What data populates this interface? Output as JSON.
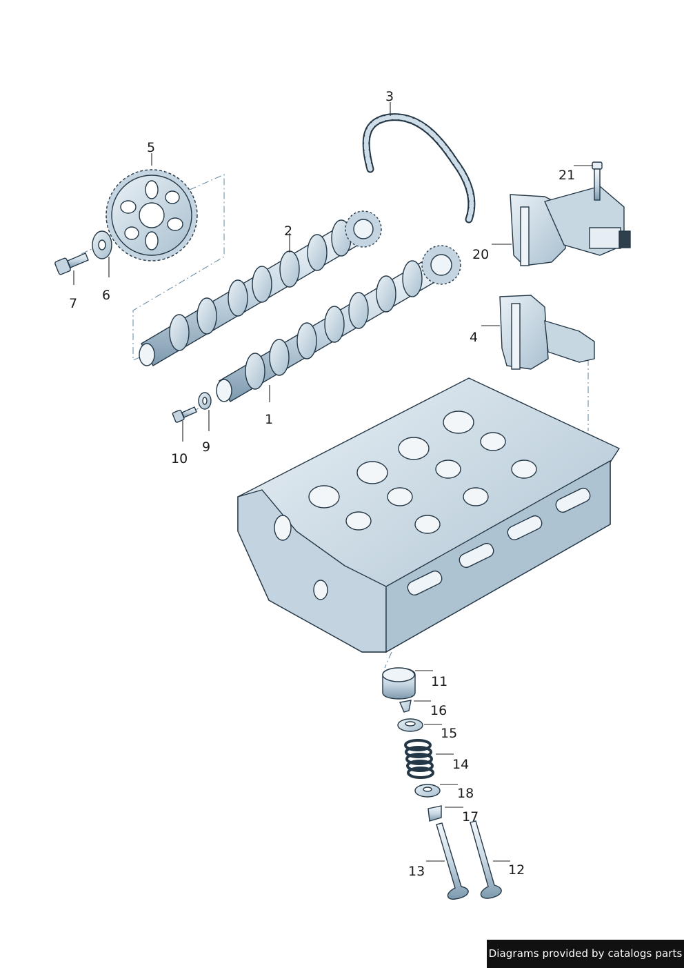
{
  "callouts": [
    {
      "id": "1",
      "label": "1"
    },
    {
      "id": "2",
      "label": "2"
    },
    {
      "id": "3",
      "label": "3"
    },
    {
      "id": "4",
      "label": "4"
    },
    {
      "id": "5",
      "label": "5"
    },
    {
      "id": "6",
      "label": "6"
    },
    {
      "id": "7",
      "label": "7"
    },
    {
      "id": "9",
      "label": "9"
    },
    {
      "id": "10",
      "label": "10"
    },
    {
      "id": "11",
      "label": "11"
    },
    {
      "id": "12",
      "label": "12"
    },
    {
      "id": "13",
      "label": "13"
    },
    {
      "id": "14",
      "label": "14"
    },
    {
      "id": "15",
      "label": "15"
    },
    {
      "id": "16",
      "label": "16"
    },
    {
      "id": "17",
      "label": "17"
    },
    {
      "id": "18",
      "label": "18"
    },
    {
      "id": "20",
      "label": "20"
    },
    {
      "id": "21",
      "label": "21"
    }
  ],
  "credit": "Diagrams provided by catalogs parts",
  "colors": {
    "part_fill": "#dfe9f0",
    "part_shade": "#9fb8c9",
    "outline": "#243746",
    "leader": "#1e1e1e",
    "credit_bg": "#111111"
  }
}
